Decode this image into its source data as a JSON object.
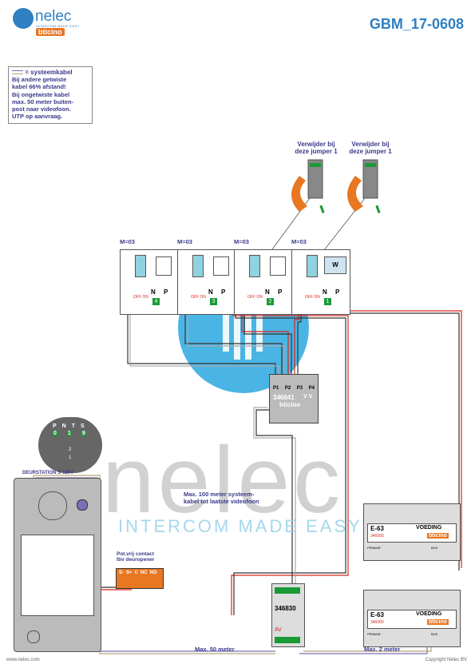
{
  "header": {
    "brand_name": "nelec",
    "brand_tagline": "INTERCOM MADE EASY",
    "partner_brand": "bticino",
    "document_code": "GBM_17-0608"
  },
  "note": {
    "title": "= systeemkabel",
    "lines": [
      "Bij andere getwiste",
      "kabel 66% afstand!",
      "Bij ongetwiste kabel",
      "max. 50 meter buiten-",
      "post naar videofoon.",
      "UTP op aanvraag."
    ]
  },
  "jumpers": [
    {
      "line1": "Verwijder bij",
      "line2": "deze jumper 1"
    },
    {
      "line1": "Verwijder bij",
      "line2": "deze jumper 1"
    }
  ],
  "monitors": [
    {
      "label": "M=03",
      "p_value": "4"
    },
    {
      "label": "M=03",
      "p_value": "3"
    },
    {
      "label": "M=03",
      "p_value": "2"
    },
    {
      "label": "M=03",
      "p_value": "1"
    }
  ],
  "monitor_common": {
    "n_label": "N",
    "p_label": "P",
    "off_on": "OFF ON",
    "w_label": "W"
  },
  "distributor": {
    "code": "346841",
    "ports": [
      "P1",
      "P2",
      "P3",
      "P4"
    ],
    "out_label": "V V",
    "brand": "bticino"
  },
  "door_station": {
    "title": "DEURSTATION S-120V",
    "setting_labels": [
      "P",
      "N",
      "T",
      "S"
    ],
    "setting_values": [
      "0",
      "1",
      "9"
    ],
    "switch_values": [
      "2",
      "1"
    ]
  },
  "contact": {
    "title_line1": "Pot.vrij contact",
    "title_line2": "tbv deuropener",
    "terminals": [
      "S-",
      "S+",
      "C",
      "NC",
      "NO"
    ]
  },
  "cable_notes": {
    "systeem_line1": "Max. 100 meter systeem-",
    "systeem_line2": "kabel tot laatste videofoon",
    "door_distance": "Max. 50 meter",
    "supply_distance": "Max. 2 meter"
  },
  "power_supplies": [
    {
      "model": "E-63",
      "type": "VOEDING",
      "code": "346000",
      "brand": "bticino",
      "primair": "PRIMAIR",
      "bus_label": "BUS"
    },
    {
      "model": "E-63",
      "type": "VOEDING",
      "code": "346000",
      "brand": "bticino",
      "primair": "PRIMAIR",
      "bus_label": "BUS"
    }
  ],
  "interface": {
    "code": "346830",
    "label": "AV"
  },
  "watermark": {
    "word": "nelec",
    "slogan": "INTERCOM MADE EASY"
  },
  "footer": {
    "left": "www.nelec.com",
    "right": "Copyright Nelec BV"
  },
  "colors": {
    "brand_blue": "#2f7fc2",
    "label_blue": "#3a3a8c",
    "bticino_orange": "#e87722",
    "cable_red": "#d9261c",
    "cable_green": "#1a9a36"
  }
}
